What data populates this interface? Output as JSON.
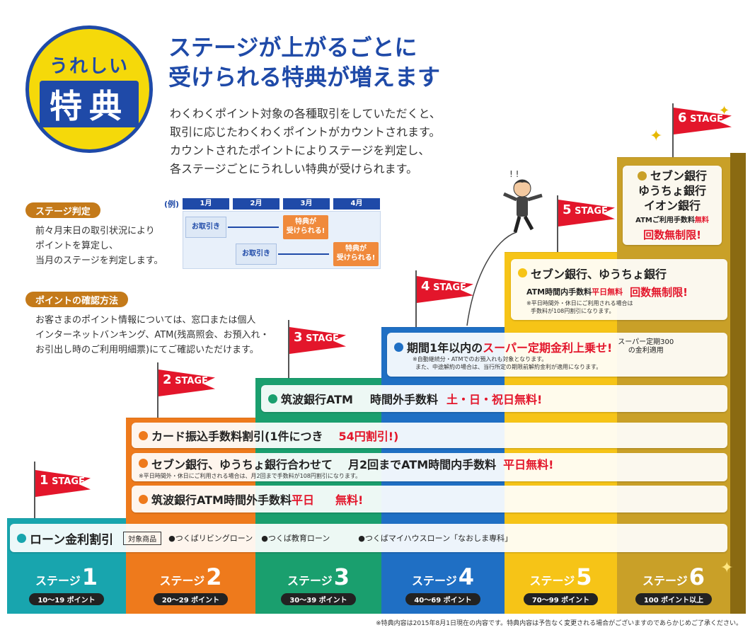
{
  "badge": {
    "small": "うれしい",
    "big": "特典"
  },
  "headline": {
    "line1": "ステージが上がるごとに",
    "line2": "受けられる特典が増えます"
  },
  "intro": [
    "わくわくポイント対象の各種取引をしていただくと、",
    "取引に応じたわくわくポイントがカウントされます。",
    "カウントされたポイントによりステージを判定し、",
    "各ステージごとにうれしい特典が受けられます。"
  ],
  "judge": {
    "tag": "ステージ判定",
    "lines": [
      "前々月末日の取引状況により",
      "ポイントを算定し、",
      "当月のステージを判定します。"
    ],
    "example": {
      "label": "(例)",
      "months": [
        "1月",
        "2月",
        "3月",
        "4月"
      ],
      "deal": "お取引き",
      "benefit_1": "特典が",
      "benefit_2": "受けられる!"
    }
  },
  "check": {
    "tag": "ポイントの確認方法",
    "lines": [
      "お客さまのポイント情報については、窓口または個人",
      "インターネットバンキング、ATM(残高照会、お預入れ・",
      "お引出し時のご利用明細票)にてご確認いただけます。"
    ]
  },
  "stages": [
    {
      "label": "ステージ",
      "num": "1",
      "points": "10～19 ポイント",
      "flag": "STAGE",
      "color": "#18a5ae"
    },
    {
      "label": "ステージ",
      "num": "2",
      "points": "20～29 ポイント",
      "flag": "STAGE",
      "color": "#ee7a1c"
    },
    {
      "label": "ステージ",
      "num": "3",
      "points": "30～39 ポイント",
      "flag": "STAGE",
      "color": "#1a9f6e"
    },
    {
      "label": "ステージ",
      "num": "4",
      "points": "40～69 ポイント",
      "flag": "STAGE",
      "color": "#1f6fc4"
    },
    {
      "label": "ステージ",
      "num": "5",
      "points": "70～99 ポイント",
      "flag": "STAGE",
      "color": "#f6c417"
    },
    {
      "label": "ステージ",
      "num": "6",
      "points": "100 ポイント以上",
      "flag": "STAGE",
      "color": "#c9a028"
    }
  ],
  "benefits": {
    "loan": {
      "title": "ローン金利割引",
      "target": "対象商品",
      "items": [
        "●つくばリビングローン",
        "●つくば教育ローン",
        "●つくばマイハウスローン「なおしま専科」"
      ]
    },
    "s2_1": {
      "a": "筑波銀行ATM時間外手数料",
      "b": "平日",
      "c": "無料!"
    },
    "s2_2": {
      "a": "セブン銀行、ゆうちょ銀行合わせて",
      "b": "月2回までATM時間内手数料",
      "c": "平日無料!",
      "note": "※平日時間外・休日にご利用される場合は、月2回まで手数料が108円割引になります。"
    },
    "s2_3": {
      "a": "カード振込手数料割引(1件につき",
      "b": "54円割引!)"
    },
    "s3": {
      "a": "筑波銀行ATM",
      "b": "時間外手数料",
      "c": "土・日・祝日無料!"
    },
    "s4": {
      "a": "期間1年以内の",
      "b": "スーパー定期金利上乗せ!",
      "c1": "スーパー定期300",
      "c2": "の金利適用",
      "note1": "※自動継続分・ATMでのお預入れも対象となります。",
      "note2": "また、中途解約の場合は、当行所定の期限前解約金利が適用になります。"
    },
    "s5": {
      "a": "セブン銀行、ゆうちょ銀行",
      "b": "ATM時間内手数料",
      "c": "平日無料",
      "d": "回数無制限!",
      "note1": "※平日時間外・休日にご利用される場合は",
      "note2": "手数料が108円割引になります。"
    },
    "s6": {
      "l1": "セブン銀行",
      "l2": "ゆうちょ銀行",
      "l3": "イオン銀行",
      "l4a": "ATMご利用手数料",
      "l4b": "無料",
      "l5": "回数無制限!"
    }
  },
  "footer": "※特典内容は2015年8月1日現在の内容です。特典内容は予告なく変更される場合がございますのであらかじめご了承ください。"
}
